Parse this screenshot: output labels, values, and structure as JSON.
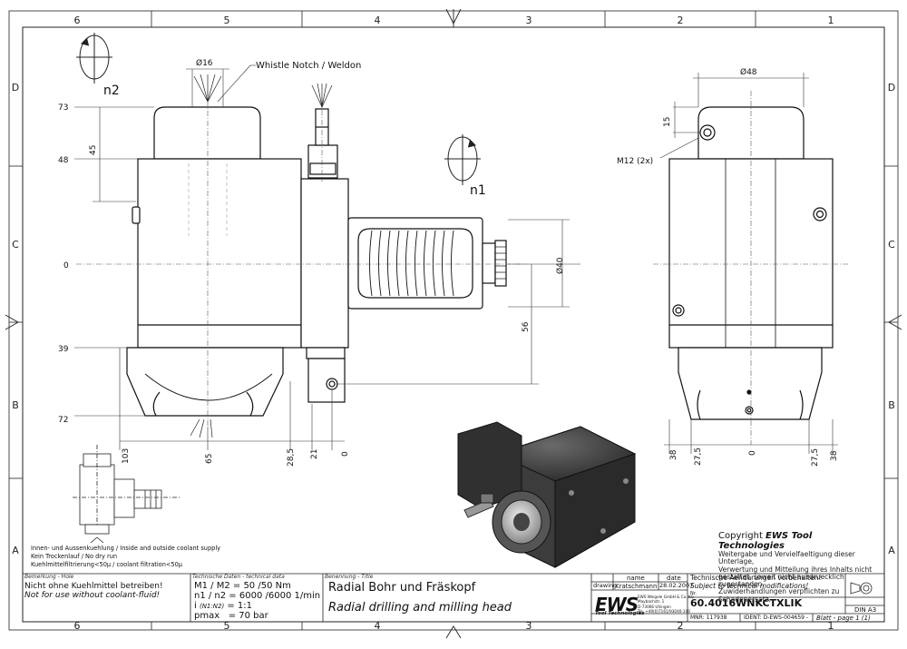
{
  "drawing": {
    "border_columns": [
      "6",
      "5",
      "4",
      "3",
      "2",
      "1"
    ],
    "border_rows": [
      "D",
      "C",
      "B",
      "A"
    ],
    "labels": {
      "rotation_side": "n2",
      "rotation_main": "n1",
      "notch": "Whistle Notch / Weldon",
      "bore_d16": "Ø16",
      "dia_48": "Ø48",
      "dia_40": "Ø40",
      "thread": "M12 (2x)",
      "v73": "73",
      "v48": "48",
      "v45": "45",
      "v0": "0",
      "v39": "39",
      "v72": "72",
      "v56": "56",
      "v15": "15",
      "h103": "103",
      "h65": "65",
      "h285": "28,5",
      "h21": "21",
      "h0": "0",
      "r38a": "38",
      "r275a": "27,5",
      "r0": "0",
      "r275b": "27,5",
      "r38b": "38"
    }
  },
  "coolant": {
    "line1": "Innen- und Aussenkuehlung / Inside and outside coolant supply",
    "line2": "Kein Trockenlauf / No dry run",
    "line3": "Kuehlmittelfiltrierung<50µ / coolant filtration<50µ"
  },
  "copyright": {
    "title_prefix": "Copyright ",
    "title_brand": "EWS Tool Technologies",
    "lines": [
      "Weitergabe und Vervielfaeltigung dieser Unterlage,",
      "Verwertung und Mitteilung ihres Inhalts nicht",
      "gestattet, soweit nicht ausdruecklich zugestanden.",
      "Zuwiderhandlungen verpflichten zu Schadenersatz."
    ]
  },
  "titleblock": {
    "remark_label": "Bemerkung - Hole",
    "remark_de": "Nicht ohne Kuehlmittel betreiben!",
    "remark_en": "Not for use without coolant-fluid!",
    "tech_label": "Technische Daten - technical data",
    "torque": "M1 / M2 = 50  /50  Nm",
    "speed": "n1 / n2 = 6000 /6000  1/min",
    "ratio_a": "i",
    "ratio_b": "(N1:N2)",
    "ratio_c": "= 1:1",
    "pmax_a": "pmax",
    "pmax_b": "= 70  bar",
    "title_label": "Benennung - Title",
    "title_de": "Radial Bohr und Fräskopf",
    "title_en": "Radial drilling and milling head",
    "col_name": "name",
    "col_date": "date",
    "row_drawing": "drawing",
    "drawn_by": "Kratschmann",
    "drawn_date": "28.02.2007",
    "changes_de": "Technische Aenderungen vorbehalten!",
    "changes_en": "Subject to technical modifications!",
    "nr_label": "Nr.",
    "part_no": "60.4016WNKCTXLIK",
    "din": "DIN A3",
    "mnr": "MNR: 117938",
    "ident": "IDENT: D-EWS-004659 -",
    "sheet": "Blatt - page  1 (1)",
    "company_addr": [
      "EWS Weigele GmbH & Co. KG",
      "Maybachstr. 1",
      "D-73066 Uhingen",
      "Tel. +49(0)7161/93040-100"
    ],
    "logo": "EWS",
    "logo_sub": "Tool Technologies"
  }
}
